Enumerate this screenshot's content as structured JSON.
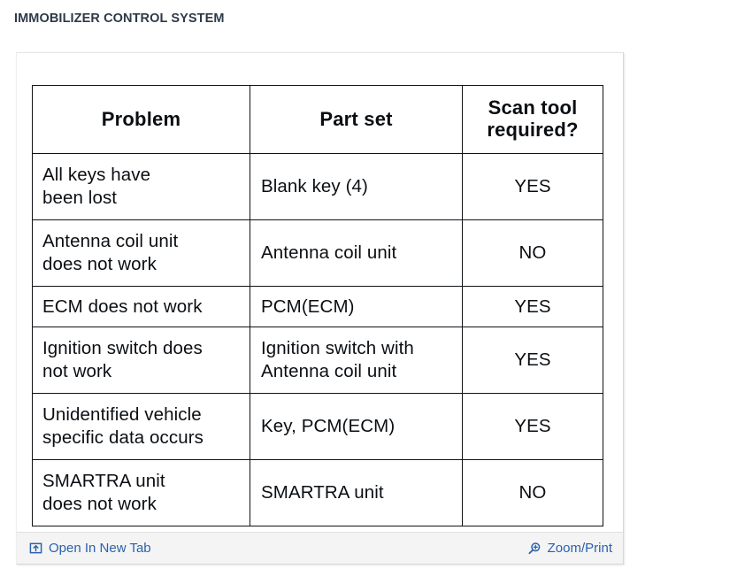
{
  "page": {
    "title": "IMMOBILIZER CONTROL SYSTEM",
    "title_color": "#2e3a4a",
    "background": "#ffffff"
  },
  "figure": {
    "type": "scanned-table-image",
    "table": {
      "columns": [
        "Problem",
        "Part set",
        "Scan tool required?"
      ],
      "column_header_lines": [
        [
          "Problem"
        ],
        [
          "Part set"
        ],
        [
          "Scan tool",
          "required?"
        ]
      ],
      "rows": [
        {
          "problem": "All keys have been lost",
          "problem_lines": [
            "All  keys  have",
            "been  lost"
          ],
          "part_set": "Blank key (4)",
          "part_set_lines": [
            "Blank key (4)"
          ],
          "scan_tool_required": "YES"
        },
        {
          "problem": "Antenna coil unit does not work",
          "problem_lines": [
            "Antenna coil unit",
            "does not work"
          ],
          "part_set": "Antenna coil unit",
          "part_set_lines": [
            "Antenna coil unit"
          ],
          "scan_tool_required": "NO"
        },
        {
          "problem": "ECM does not work",
          "problem_lines": [
            "ECM does not work"
          ],
          "part_set": "PCM(ECM)",
          "part_set_lines": [
            "PCM(ECM)"
          ],
          "scan_tool_required": "YES"
        },
        {
          "problem": "Ignition switch does not work",
          "problem_lines": [
            "Ignition switch does",
            "not work"
          ],
          "part_set": "Ignition switch with Antenna coil unit",
          "part_set_lines": [
            "Ignition switch with",
            "Antenna coil unit"
          ],
          "scan_tool_required": "YES"
        },
        {
          "problem": "Unidentified vehicle specific data occurs",
          "problem_lines": [
            "Unidentified vehicle",
            "specific data occurs"
          ],
          "part_set": "Key, PCM(ECM)",
          "part_set_lines": [
            "Key, PCM(ECM)"
          ],
          "scan_tool_required": "YES"
        },
        {
          "problem": "SMARTRA unit does not work",
          "problem_lines": [
            "SMARTRA unit",
            "does not work"
          ],
          "part_set": "SMARTRA unit",
          "part_set_lines": [
            "SMARTRA unit"
          ],
          "scan_tool_required": "NO"
        }
      ]
    }
  },
  "footer": {
    "link_color": "#2b62ad",
    "open_new_tab": {
      "label": "Open In New Tab",
      "icon": "external-link-icon"
    },
    "zoom_print": {
      "label": "Zoom/Print",
      "icon": "magnifier-plus-icon"
    }
  }
}
